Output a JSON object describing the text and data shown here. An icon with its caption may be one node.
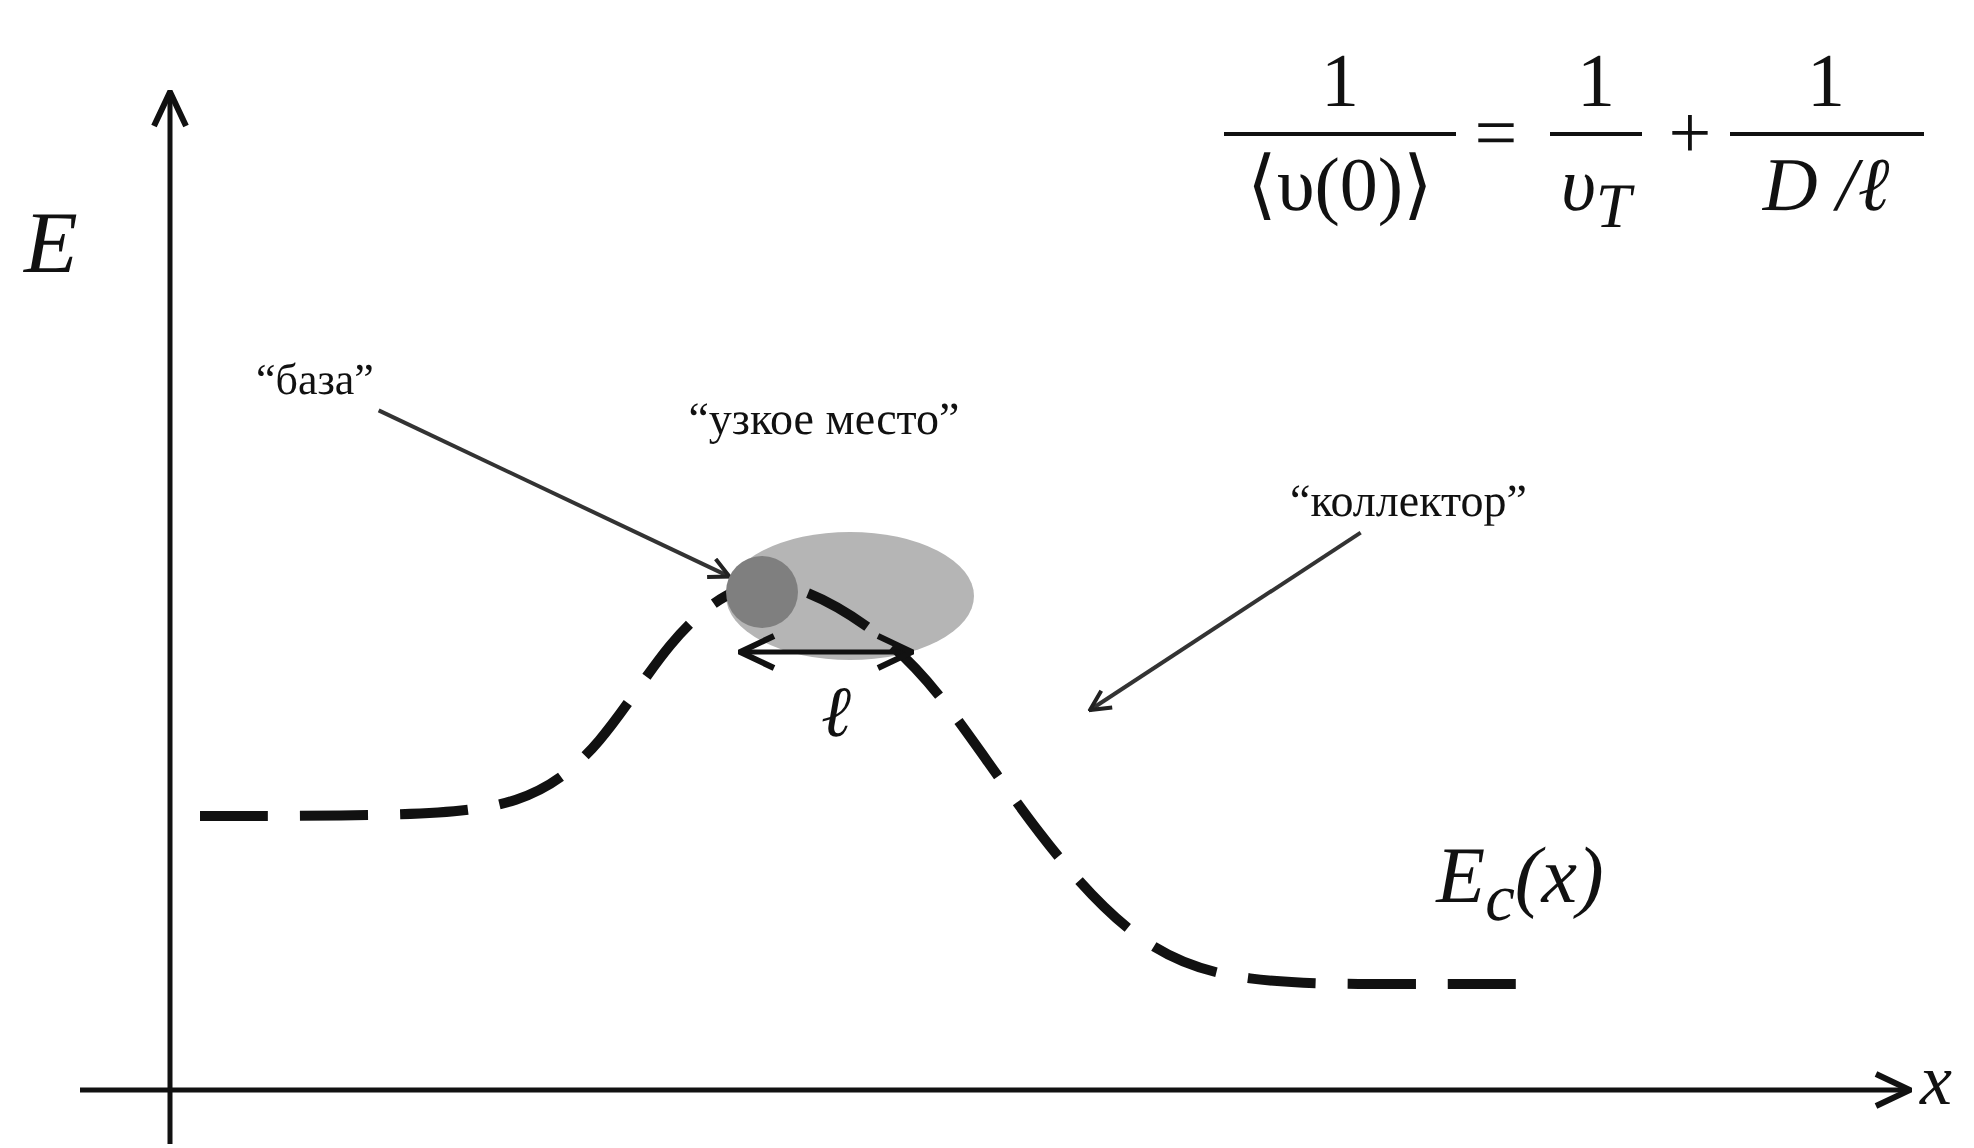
{
  "diagram": {
    "nodes": [
      {
        "text": [
          "“база”"
        ]
      },
      {
        "text": [
          "“коллектор”"
        ]
      },
      {
        "text": [],
        "shape": "circle"
      }
    ],
    "edges": [
      {
        "from": 0,
        "to": 2,
        "arrow": "to"
      },
      {
        "from": 1,
        "to": null,
        "arrow": "to"
      }
    ],
    "labels": [
      "1",
      "⟨υ(0)⟩",
      "=",
      "1",
      "υ$_{T}$",
      "+",
      "1",
      "D /ℓ",
      "E",
      "“узкое место”",
      "ℓ",
      "E$_{c}$(x)",
      "x"
    ]
  }
}
